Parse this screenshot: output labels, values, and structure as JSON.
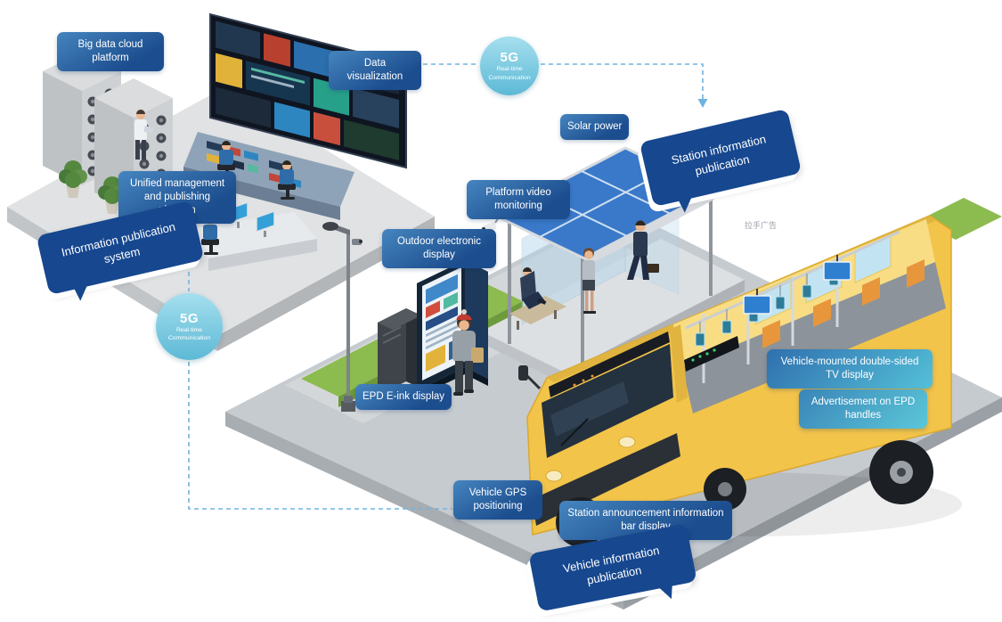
{
  "labels": {
    "big_data_cloud_platform": "Big data cloud platform",
    "data_visualization": "Data visualization",
    "solar_power": "Solar power",
    "platform_video_monitoring": "Platform video monitoring",
    "outdoor_electronic_display": "Outdoor electronic display",
    "unified_management_publishing_platform": "Unified management and publishing platform",
    "epd_eink_display": "EPD E-ink display",
    "vehicle_mounted_tv_display": "Vehicle-mounted double-sided TV display",
    "advertisement_epd_handles": "Advertisement on EPD handles",
    "vehicle_gps_positioning": "Vehicle GPS positioning",
    "station_announcement_bar": "Station announcement information bar display"
  },
  "speech_bubbles": {
    "information_publication_system": "Information publication system",
    "station_information_publication": "Station information publication",
    "vehicle_information_publication": "Vehicle information publication"
  },
  "badges": {
    "top_5g": {
      "title": "5G",
      "subtitle": "Real-time Communication"
    },
    "left_5g": {
      "title": "5G",
      "subtitle": "Real-time Communication"
    }
  },
  "watermark": "拉手广告",
  "colors": {
    "label_blue": "#1c4d8e",
    "label_teal": "#54c0d8",
    "bubble_navy": "#16478f",
    "badge_cyan": "#5db9d6",
    "connector_dash": "#6fb3e0",
    "bus_yellow": "#f2c44a",
    "solar_blue": "#3a79c9",
    "grass_green": "#8cbb4f"
  }
}
